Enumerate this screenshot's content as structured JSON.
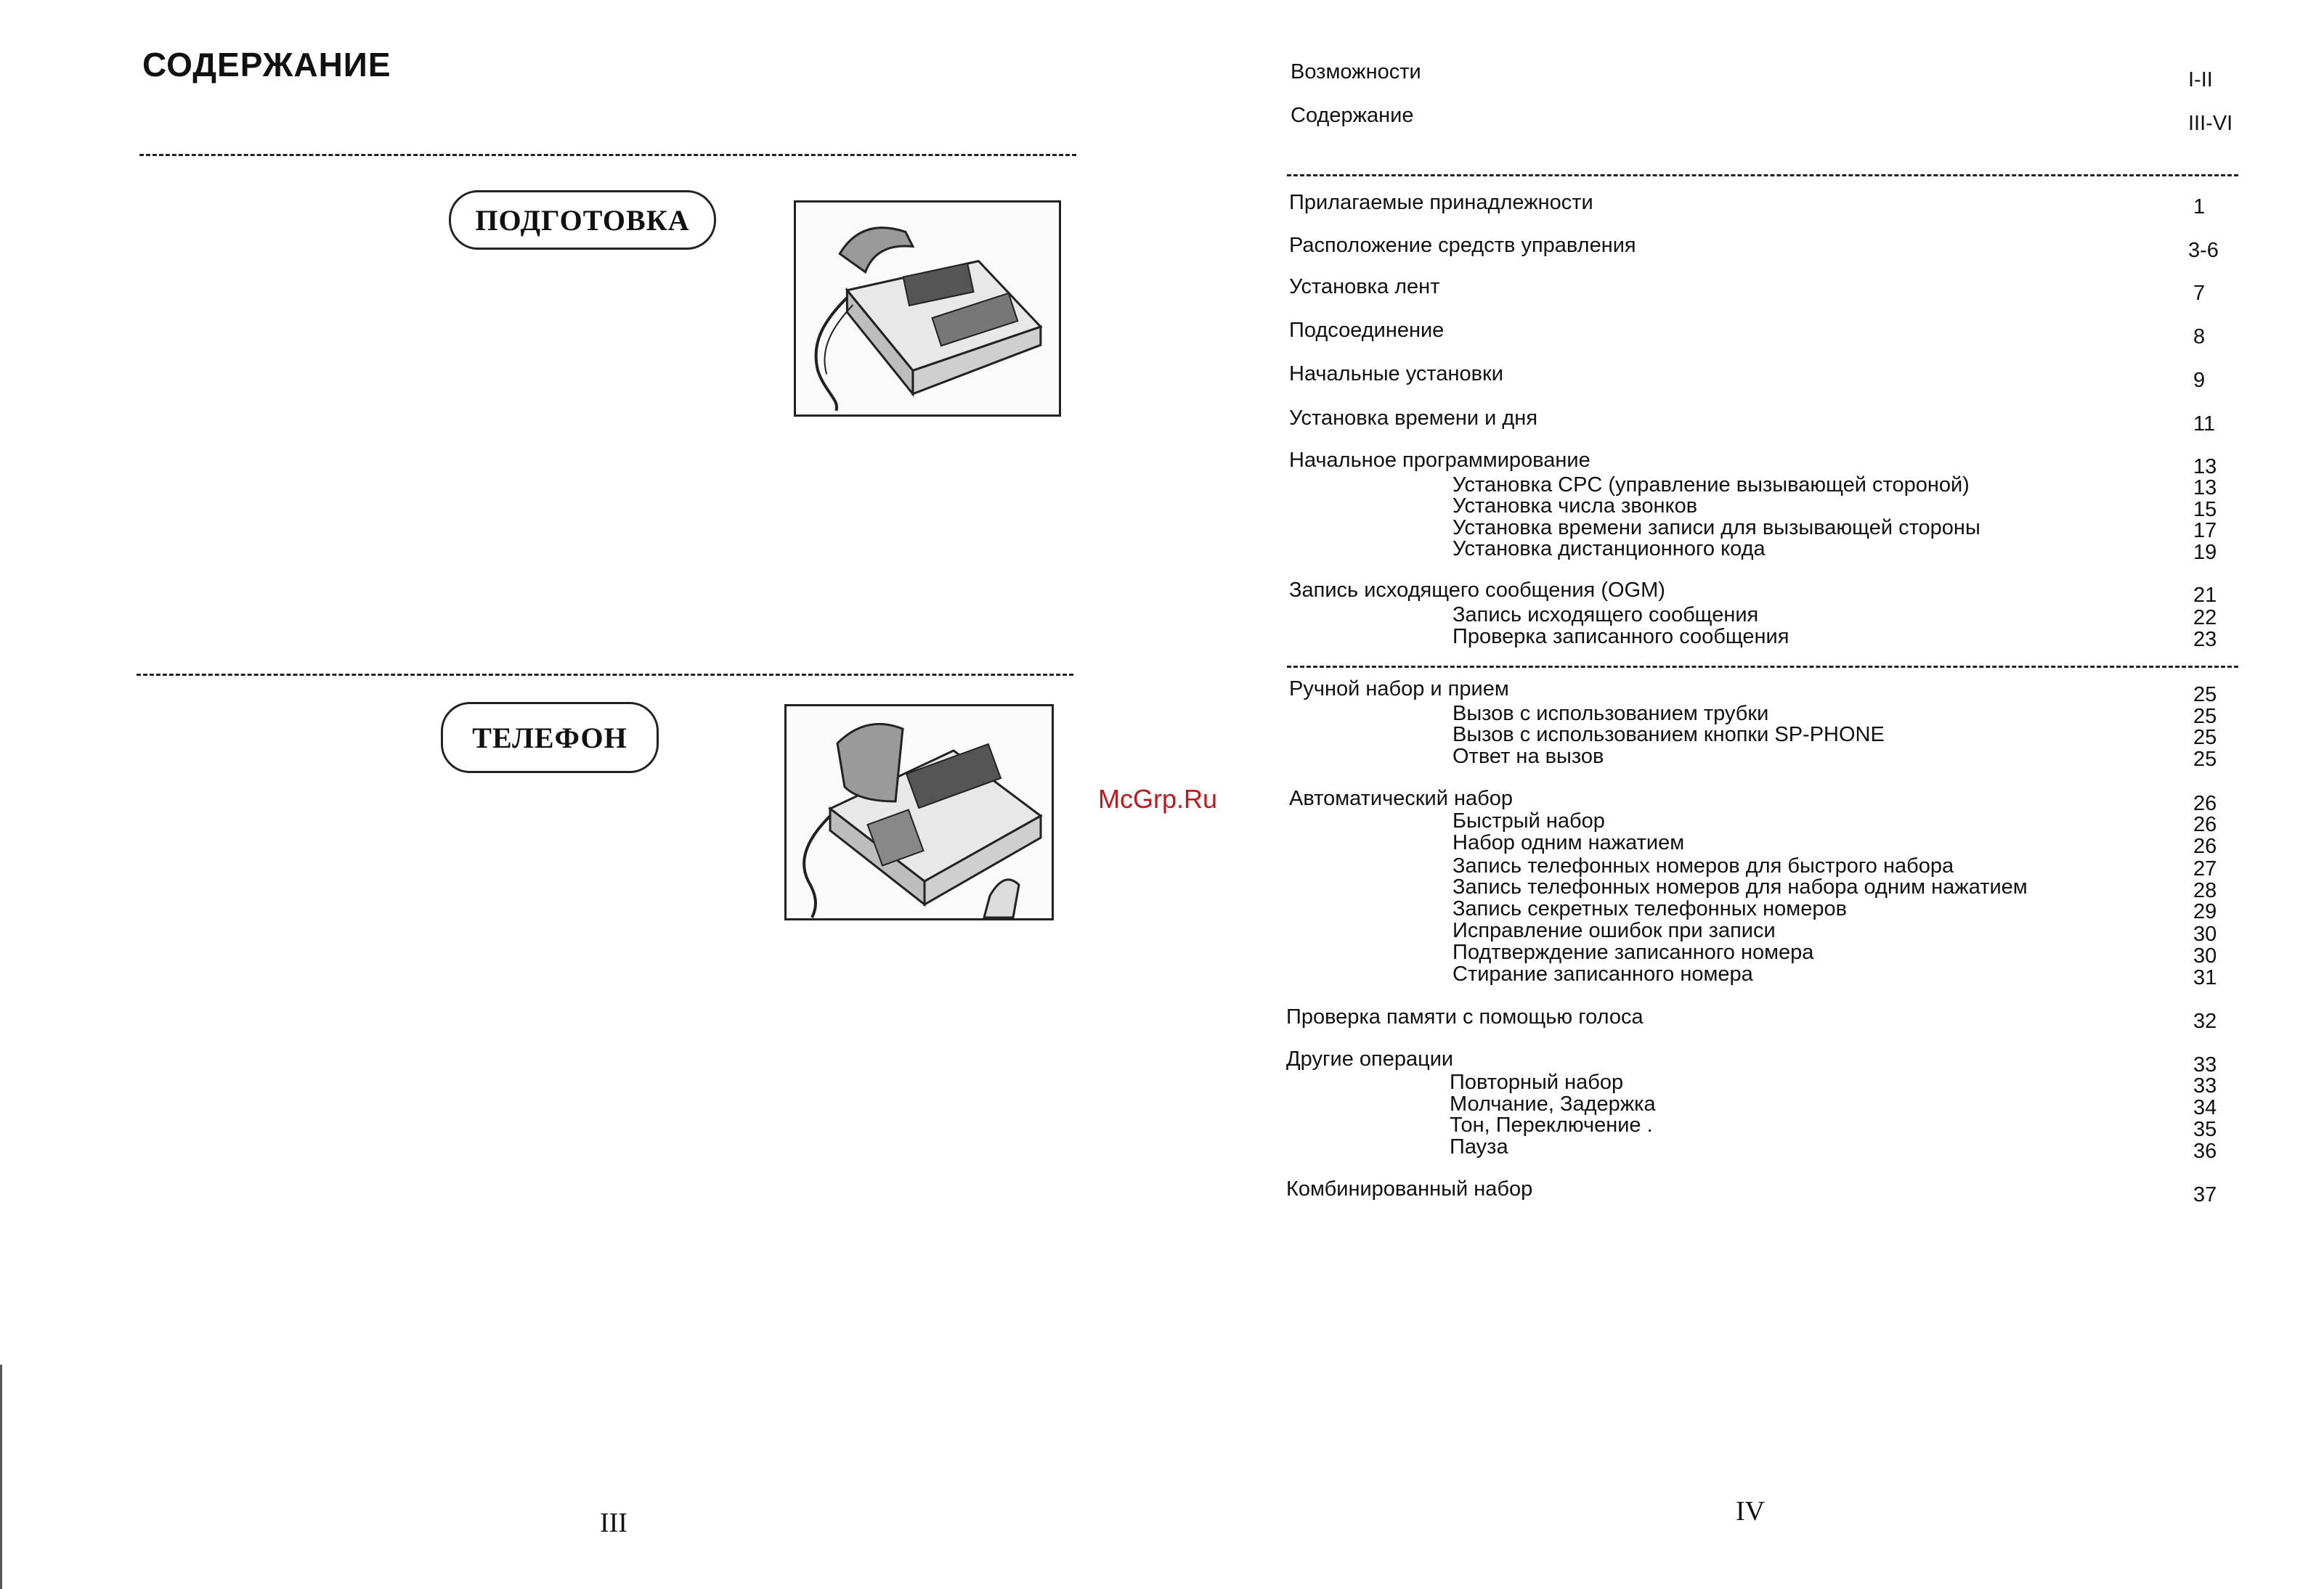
{
  "left_page": {
    "title": "СОДЕРЖАНИЕ",
    "section1_label": "ПОДГОТОВКА",
    "section2_label": "ТЕЛЕФОН",
    "page_number": "III"
  },
  "watermark": "McGrp.Ru",
  "right_page": {
    "page_number": "IV",
    "toc": [
      {
        "text": "Возможности",
        "page": "I-II",
        "level": 0
      },
      {
        "text": "Содержание",
        "page": "III-VI",
        "level": 0
      },
      {
        "text": "Прилагаемые принадлежности",
        "page": "1",
        "level": 0
      },
      {
        "text": "Расположение средств управления",
        "page": "3-6",
        "level": 0
      },
      {
        "text": "Установка лент",
        "page": "7",
        "level": 0
      },
      {
        "text": "Подсоединение",
        "page": "8",
        "level": 0
      },
      {
        "text": "Начальные установки",
        "page": "9",
        "level": 0
      },
      {
        "text": "Установка времени и дня",
        "page": "11",
        "level": 0
      },
      {
        "text": "Начальное программирование",
        "page": "13",
        "level": 0
      },
      {
        "text": "Установка CPC (управление вызывающей стороной)",
        "page": "13",
        "level": 1
      },
      {
        "text": "Установка числа звонков",
        "page": "15",
        "level": 1
      },
      {
        "text": "Установка времени записи для вызывающей стороны",
        "page": "17",
        "level": 1
      },
      {
        "text": "Установка дистанционного кода",
        "page": "19",
        "level": 1
      },
      {
        "text": "Запись исходящего сообщения (OGM)",
        "page": "21",
        "level": 0
      },
      {
        "text": "Запись исходящего сообщения",
        "page": "22",
        "level": 1
      },
      {
        "text": "Проверка записанного сообщения",
        "page": "23",
        "level": 1
      },
      {
        "text": "Ручной набор и прием",
        "page": "25",
        "level": 0
      },
      {
        "text": "Вызов с использованием трубки",
        "page": "25",
        "level": 1
      },
      {
        "text": "Вызов с использованием кнопки SP-PHONE",
        "page": "25",
        "level": 1
      },
      {
        "text": "Ответ на вызов",
        "page": "25",
        "level": 1
      },
      {
        "text": "Автоматический набор",
        "page": "26",
        "level": 0
      },
      {
        "text": "Быстрый набор",
        "page": "26",
        "level": 1
      },
      {
        "text": "Набор одним нажатием",
        "page": "26",
        "level": 1
      },
      {
        "text": "Запись телефонных номеров для быстрого набора",
        "page": "27",
        "level": 1
      },
      {
        "text": "Запись телефонных номеров для набора одним нажатием",
        "page": "28",
        "level": 1
      },
      {
        "text": "Запись секретных телефонных номеров",
        "page": "29",
        "level": 1
      },
      {
        "text": "Исправление ошибок при записи",
        "page": "30",
        "level": 1
      },
      {
        "text": "Подтверждение записанного номера",
        "page": "30",
        "level": 1
      },
      {
        "text": "Стирание записанного номера",
        "page": "31",
        "level": 1
      },
      {
        "text": "Проверка памяти с помощью голоса",
        "page": "32",
        "level": 0
      },
      {
        "text": "Другие операции",
        "page": "33",
        "level": 0
      },
      {
        "text": "Повторный набор",
        "page": "33",
        "level": 1
      },
      {
        "text": "Молчание, Задержка",
        "page": "34",
        "level": 1
      },
      {
        "text": "Тон, Переключение  .",
        "page": "35",
        "level": 1
      },
      {
        "text": "Пауза",
        "page": "36",
        "level": 1
      },
      {
        "text": "Комбинированный набор",
        "page": "37",
        "level": 0
      }
    ]
  }
}
